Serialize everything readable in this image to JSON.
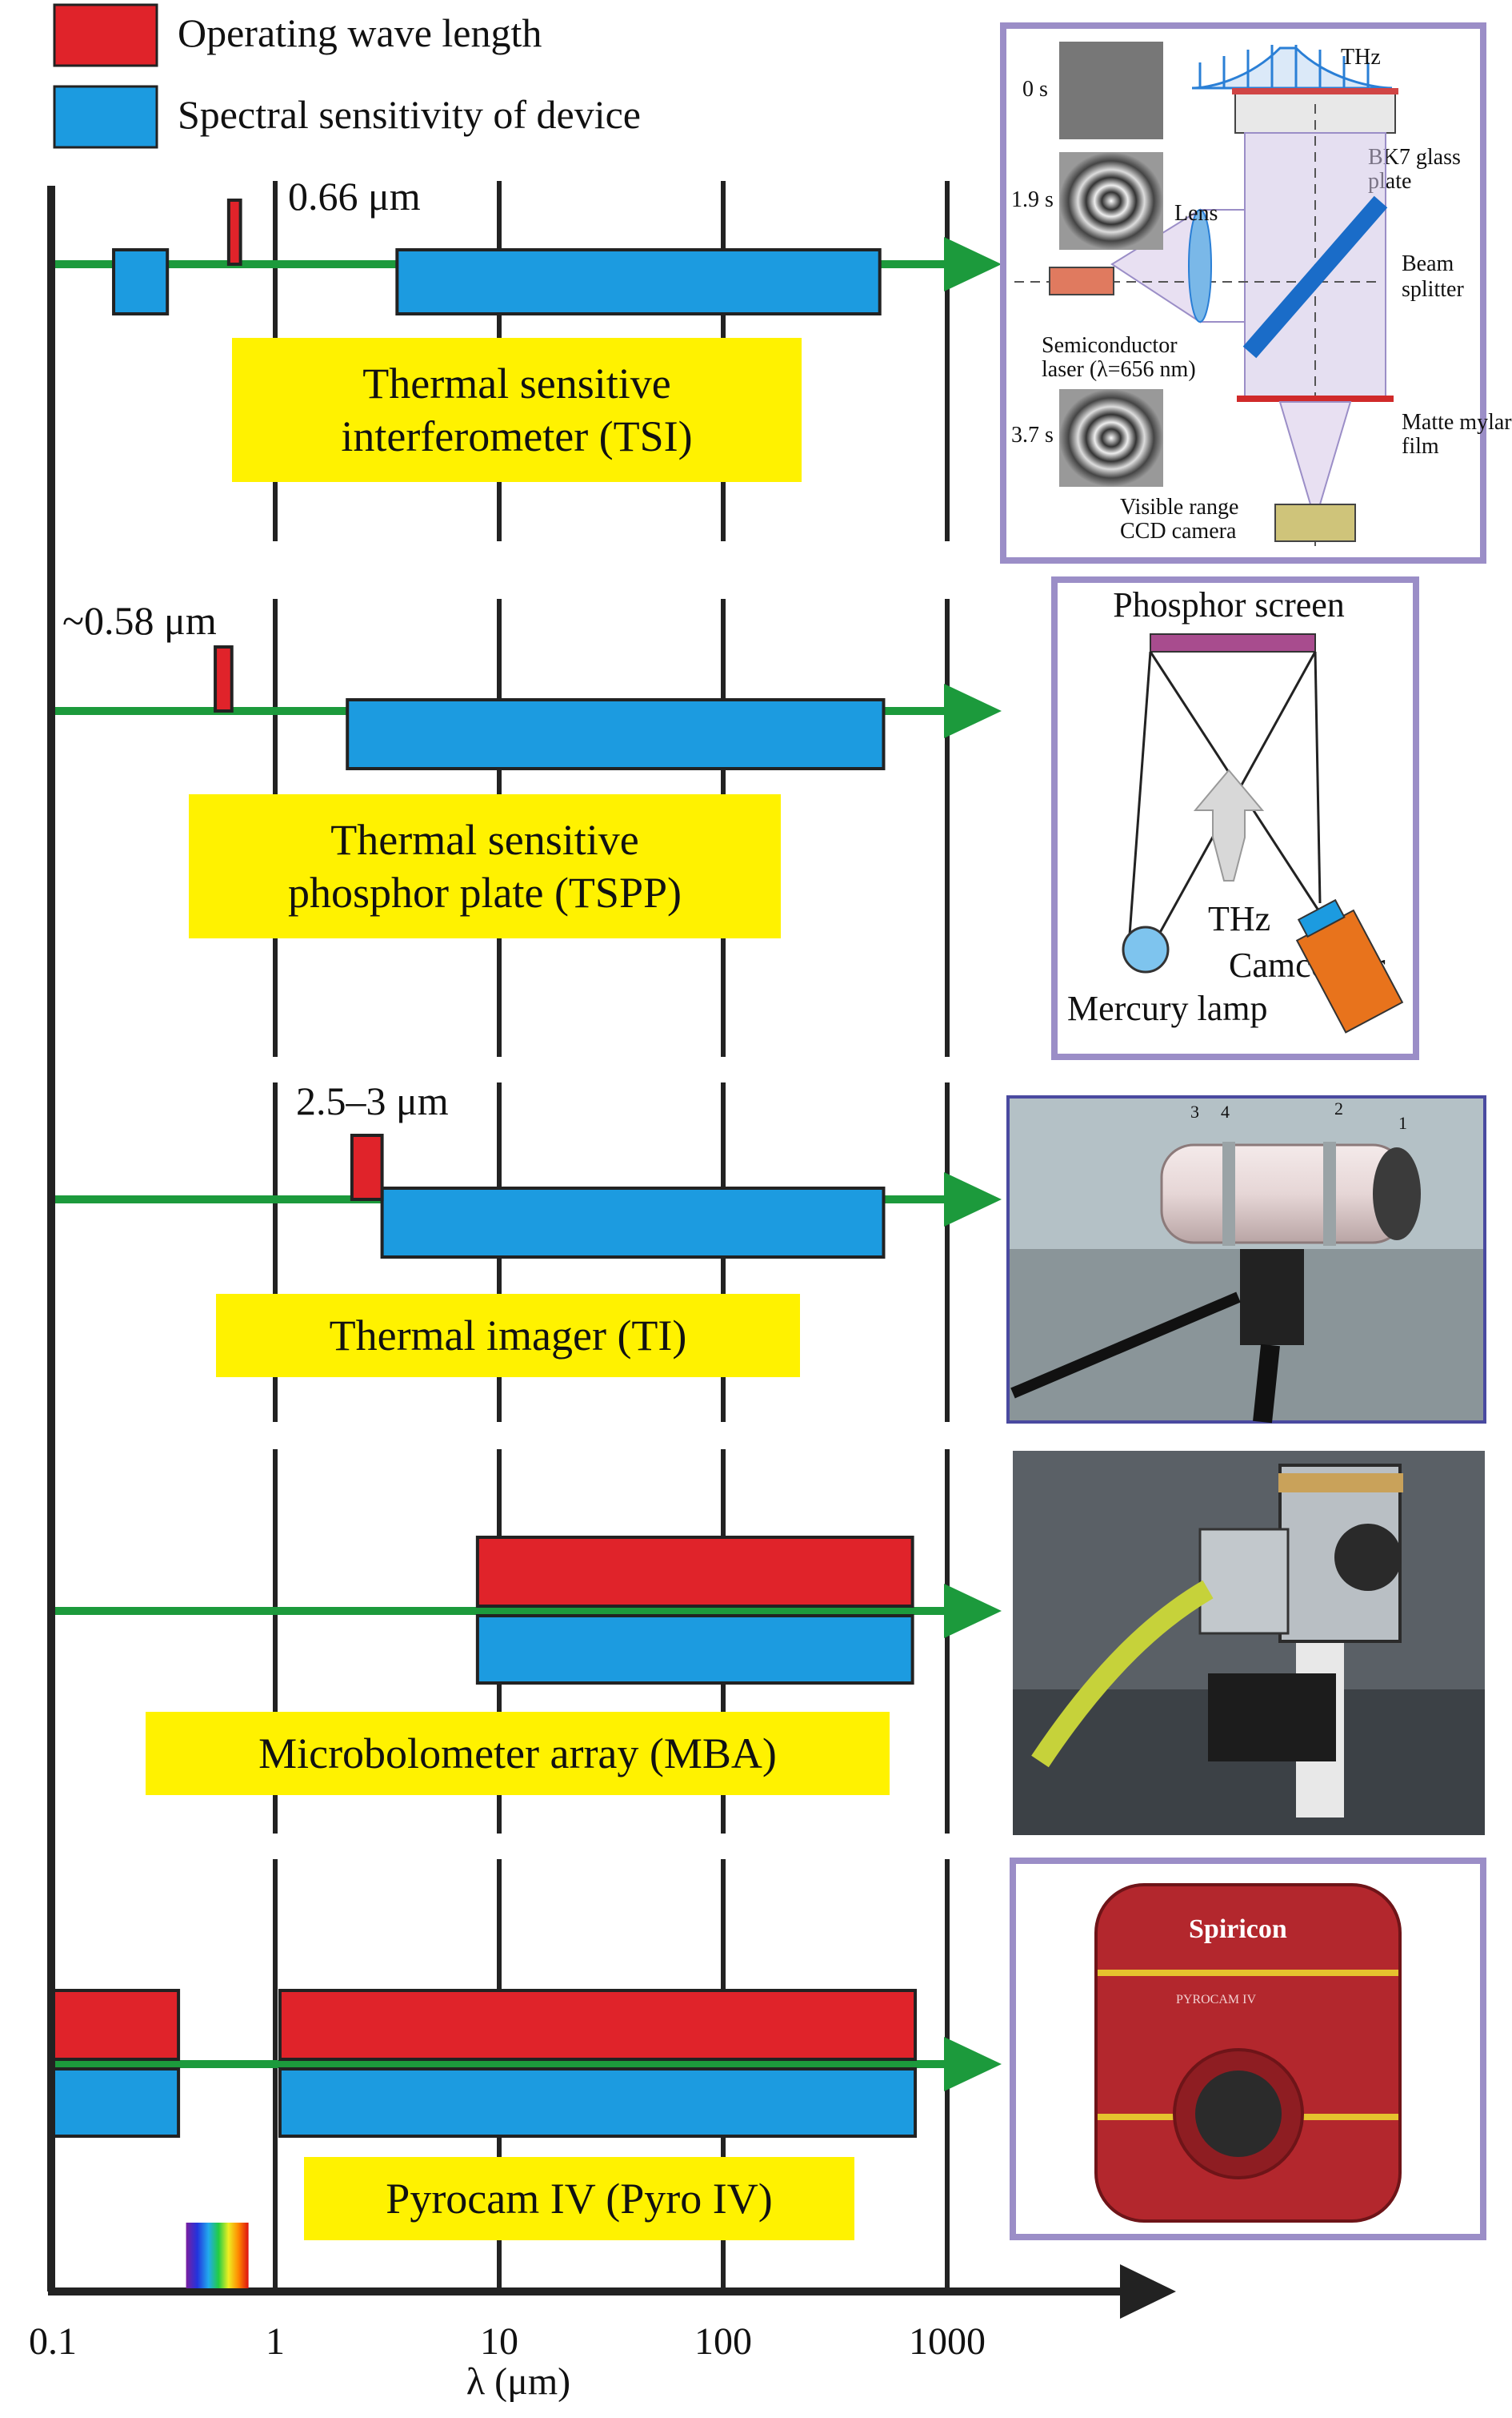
{
  "colors": {
    "operating": "#e0232a",
    "sensitivity": "#1c9be0",
    "signal_arrow": "#1c9a3c",
    "name_box": "#fff200",
    "panel_border": "#9b8ec7",
    "photo_border": "#4a4aa0",
    "axis": "#222222"
  },
  "chart_data": {
    "type": "bar",
    "orientation": "horizontal",
    "x_scale": "log",
    "xlim": [
      0.1,
      4000
    ],
    "xticks": [
      0.1,
      1,
      10,
      100,
      1000
    ],
    "xtick_labels": [
      "0.1",
      "1",
      "10",
      "100",
      "1000"
    ],
    "xlabel": "λ (μm)",
    "grid": "vertical lines at 1, 10, 100, 1000",
    "legend": {
      "placement": "top-left",
      "items": [
        {
          "key": "operating",
          "label": "Operating wave length"
        },
        {
          "key": "sensitivity",
          "label": "Spectral sensitivity of device"
        }
      ]
    },
    "devices": [
      {
        "name": "Thermal sensitive interferometer (TSI)",
        "name_lines": [
          "Thermal sensitive",
          "interferometer (TSI)"
        ],
        "operating_label": "0.66 μm",
        "operating": [
          [
            0.62,
            0.7
          ]
        ],
        "sensitivity": [
          [
            0.19,
            0.33
          ],
          [
            3.5,
            500
          ]
        ]
      },
      {
        "name": "Thermal sensitive phosphor plate (TSPP)",
        "name_lines": [
          "Thermal sensitive",
          "phosphor plate (TSPP)"
        ],
        "operating_label": "~0.58 μm",
        "operating": [
          [
            0.54,
            0.64
          ]
        ],
        "sensitivity": [
          [
            2.1,
            520
          ]
        ]
      },
      {
        "name": "Thermal imager (TI)",
        "name_lines": [
          "Thermal imager (TI)"
        ],
        "operating_label": "2.5–3 μm",
        "operating": [
          [
            2.2,
            3.0
          ]
        ],
        "sensitivity": [
          [
            3.0,
            520
          ]
        ]
      },
      {
        "name": "Microbolometer array (MBA)",
        "name_lines": [
          "Microbolometer array (MBA)"
        ],
        "operating_label": "",
        "operating": [
          [
            8,
            700
          ]
        ],
        "sensitivity": [
          [
            8,
            700
          ]
        ]
      },
      {
        "name": "Pyrocam IV (Pyro IV)",
        "name_lines": [
          "Pyrocam IV (Pyro IV)"
        ],
        "operating_label": "",
        "operating": [
          [
            0.1,
            0.37
          ],
          [
            1.05,
            720
          ]
        ],
        "sensitivity": [
          [
            0.1,
            0.37
          ],
          [
            1.05,
            720
          ]
        ]
      }
    ],
    "visible_band": [
      0.4,
      0.76
    ]
  },
  "panels": {
    "tsi": {
      "thz": "THz",
      "bk7_1": "BK7 glass",
      "bk7_2": "plate",
      "lens": "Lens",
      "beam_1": "Beam",
      "beam_2": "splitter",
      "laser_1": "Semiconductor",
      "laser_2": "laser (λ=656 nm)",
      "mylar_1": "Matte mylar",
      "mylar_2": "film",
      "ccd_1": "Visible range",
      "ccd_2": "CCD camera",
      "t0": "0 s",
      "t1": "1.9 s",
      "t2": "3.7 s"
    },
    "tspp": {
      "screen": "Phosphor screen",
      "thz": "THz",
      "camcorder": "Camcorder",
      "lamp": "Mercury lamp"
    },
    "ti": {
      "markers": [
        "3",
        "4",
        "2",
        "1"
      ]
    },
    "pyro": {
      "brand": "Spiricon",
      "model": "PYROCAM IV"
    }
  }
}
